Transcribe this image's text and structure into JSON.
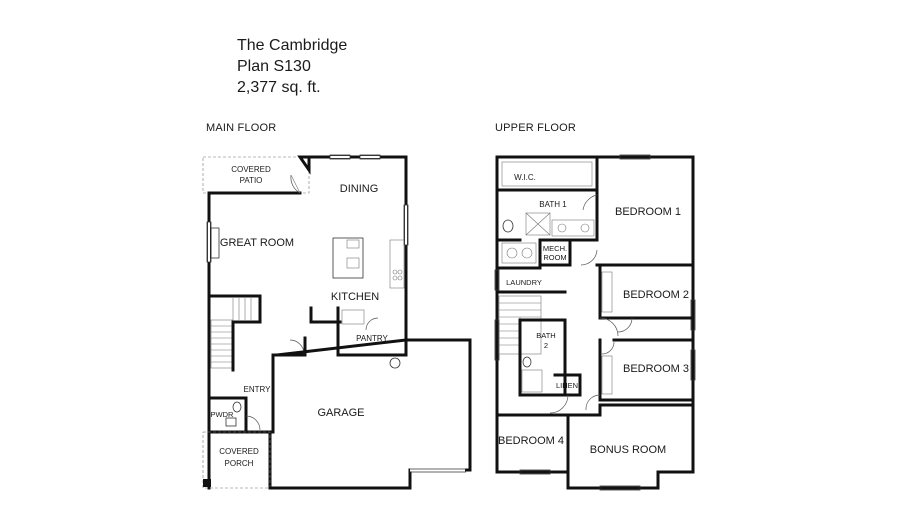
{
  "header": {
    "plan_name": "The Cambridge",
    "plan_number": "Plan S130",
    "square_feet": "2,377 sq. ft."
  },
  "main_floor": {
    "label": "MAIN FLOOR",
    "rooms": {
      "covered_patio_line1": "COVERED",
      "covered_patio_line2": "PATIO",
      "dining": "DINING",
      "great_room": "GREAT ROOM",
      "kitchen": "KITCHEN",
      "pantry": "PANTRY",
      "entry": "ENTRY",
      "pwdr": "PWDR",
      "garage": "GARAGE",
      "covered_porch_line1": "COVERED",
      "covered_porch_line2": "PORCH"
    }
  },
  "upper_floor": {
    "label": "UPPER FLOOR",
    "rooms": {
      "wic": "W.I.C.",
      "bath1": "BATH 1",
      "bedroom1": "BEDROOM 1",
      "mech_line1": "MECH.",
      "mech_line2": "ROOM",
      "laundry": "LAUNDRY",
      "bedroom2": "BEDROOM 2",
      "bath2_line1": "BATH",
      "bath2_line2": "2",
      "bedroom3": "BEDROOM 3",
      "linen": "LINEN",
      "bedroom4": "BEDROOM 4",
      "bonus_room": "BONUS ROOM"
    }
  }
}
